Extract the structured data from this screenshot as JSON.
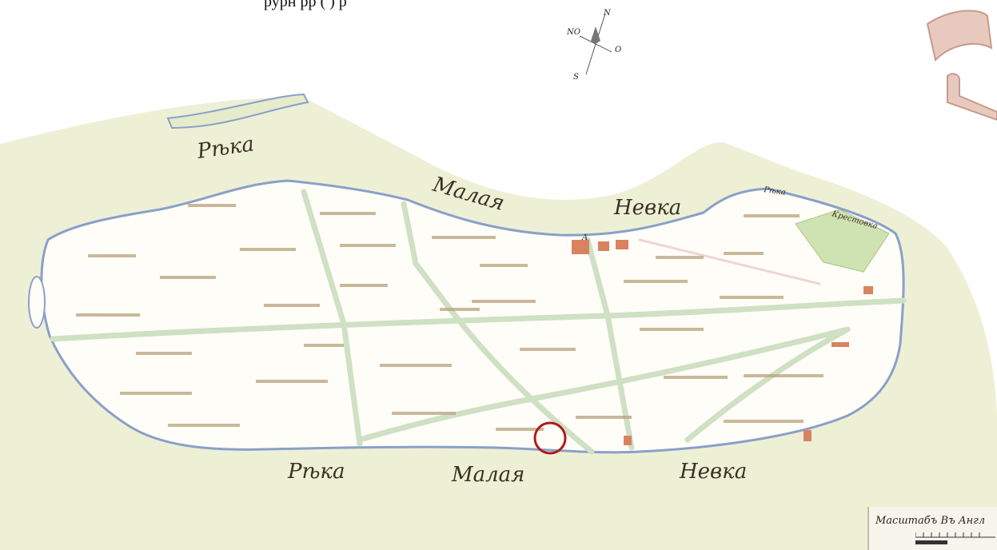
{
  "header": {
    "caption": "рурн рр ( ) р"
  },
  "map": {
    "labels": {
      "reka_top_left": "Рѣка",
      "malaya_top": "Малая",
      "nevka_top": "Невка",
      "reka_top_right": "Рѣка",
      "krestovka": "Крестовка",
      "reka_bottom": "Рѣка",
      "malaya_bottom": "Малая",
      "nevka_bottom": "Невка",
      "letter_a": "A"
    },
    "compass": {
      "n": "N",
      "no": "NO",
      "o": "O",
      "s": "S"
    },
    "scale": {
      "title": "Масштабъ Въ Англ"
    },
    "colors": {
      "water": "#eef0d6",
      "island": "#fffdf7",
      "shore": "#8aa0c8",
      "road": "#cfe0c4",
      "building": "#d9825f",
      "marker": "#b01a1a",
      "field": "#cfe2b2"
    }
  }
}
